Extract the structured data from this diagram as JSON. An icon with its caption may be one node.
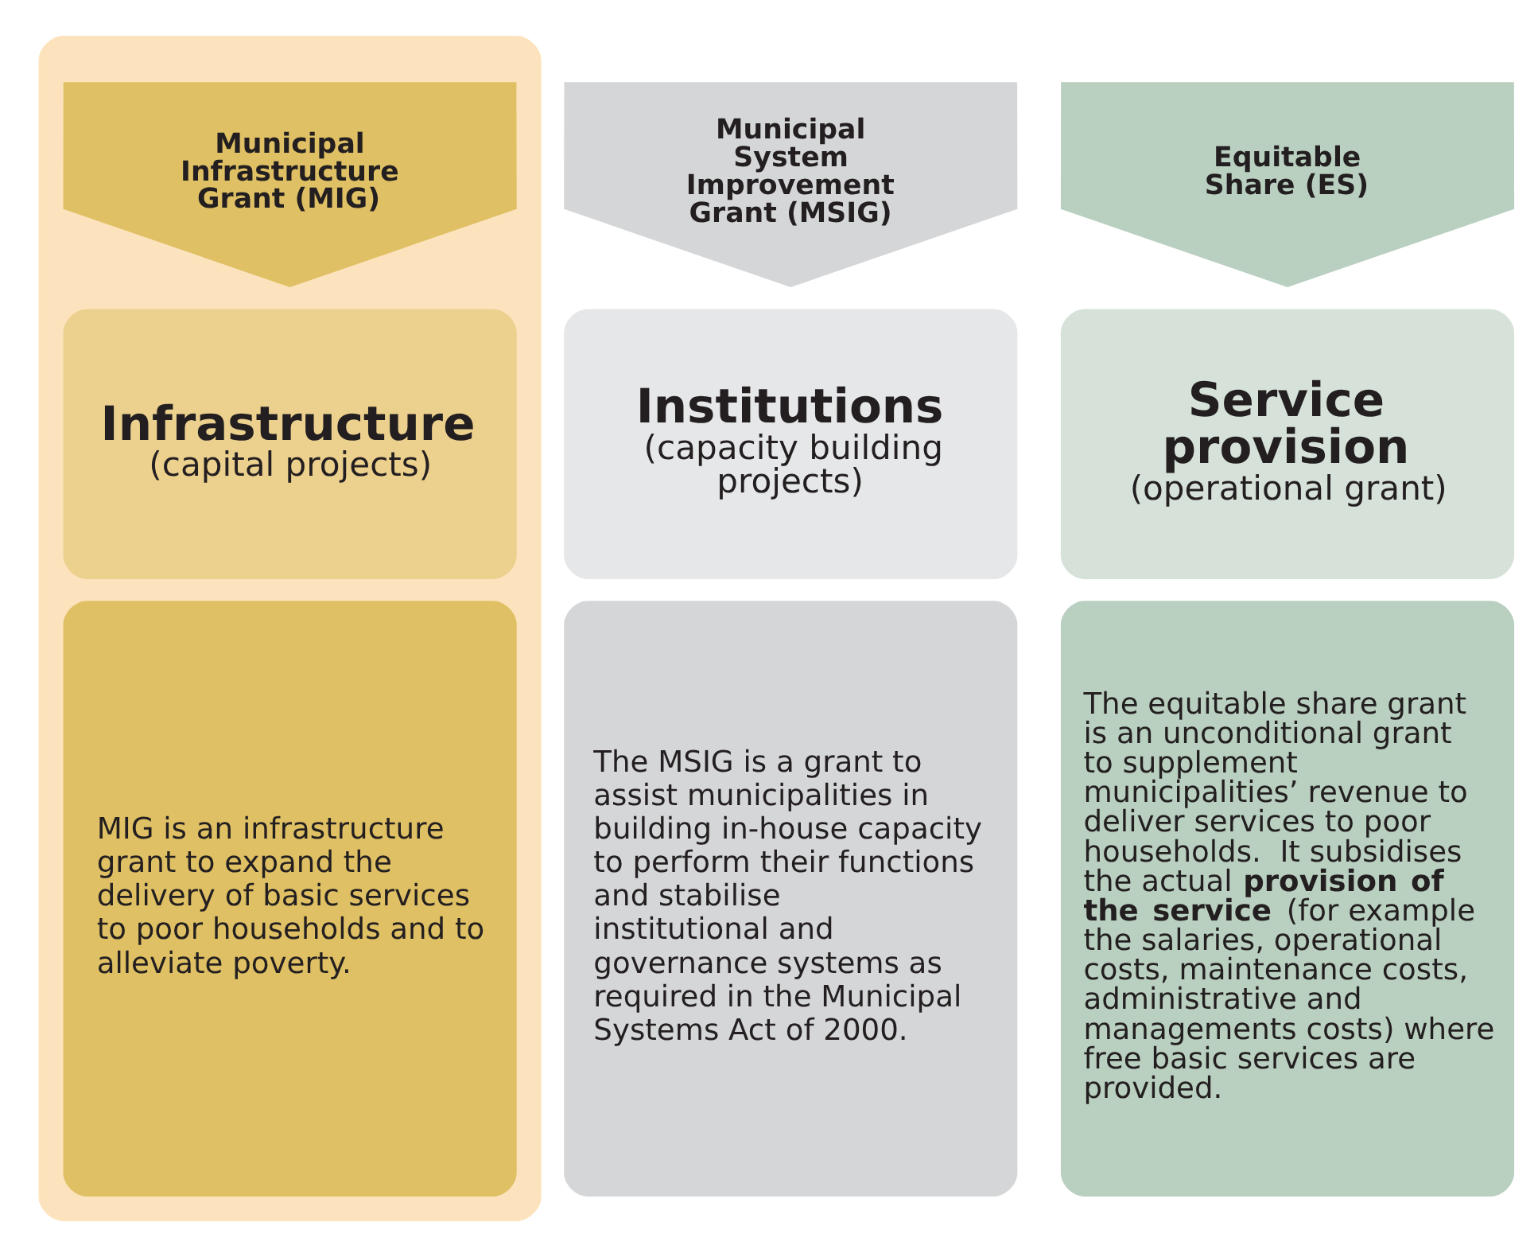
{
  "diagram": {
    "nodes": [
      {
        "text": [],
        "shape": "box"
      },
      {
        "text": [
          "Municipal Infrastructure Grant (MIG)"
        ],
        "in": 0
      },
      {
        "text": [
          "Infrastructure",
          "(capital projects)"
        ],
        "in": 0
      },
      {
        "text": [
          "MIG is an infrastructure grant to expand the delivery of basic services to poor households and to alleviate poverty."
        ],
        "in": 0
      },
      {
        "text": [
          "Municipal System Improvement Grant (MSIG)"
        ]
      },
      {
        "text": [
          "Institutions",
          "(capacity building projects)"
        ]
      },
      {
        "text": [
          "The MSIG is a grant to assist municipalities in building in-house capacity to perform their functions and stabilise institutional and governance systems as required in the Municipal Systems Act of 2000."
        ]
      },
      {
        "text": [
          "Equitable Share (ES)"
        ]
      },
      {
        "text": [
          "Service provision",
          "(operational grant)"
        ]
      },
      {
        "text": [
          "The equitable share grant is an unconditional grant to supplement municipalities’ revenue to deliver services to poor households.  It subsidises the actual **provision of the service** (for example the salaries, operational costs, maintenance costs, administrative and managements costs) where free basic services are provided."
        ]
      }
    ],
    "edges": []
  }
}
